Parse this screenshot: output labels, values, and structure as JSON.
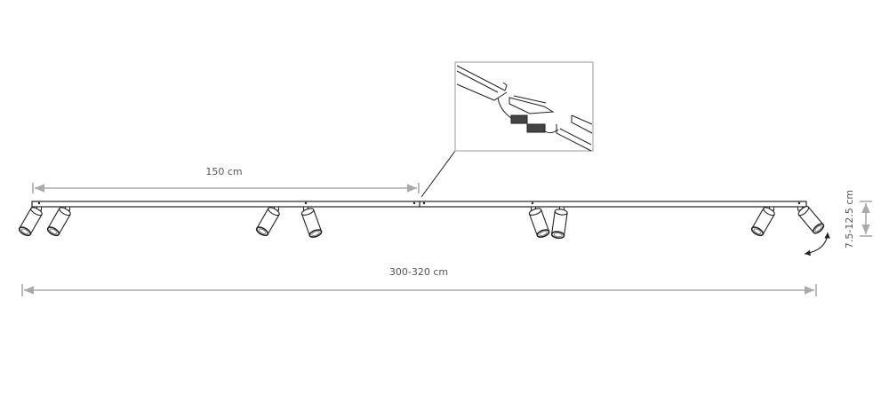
{
  "dimensions": {
    "segment_length": "150 cm",
    "total_length": "300-320 cm",
    "height": "7.5-12.5 cm"
  },
  "spotlights": [
    {
      "angle": 30
    },
    {
      "angle": 30
    },
    {
      "angle": 30
    },
    {
      "angle": -20
    },
    {
      "angle": -20
    },
    {
      "angle": 8
    },
    {
      "angle": 30
    },
    {
      "angle": -40
    }
  ],
  "colors": {
    "line": "#222222",
    "dimension": "#aaaaaa",
    "text": "#555555"
  }
}
